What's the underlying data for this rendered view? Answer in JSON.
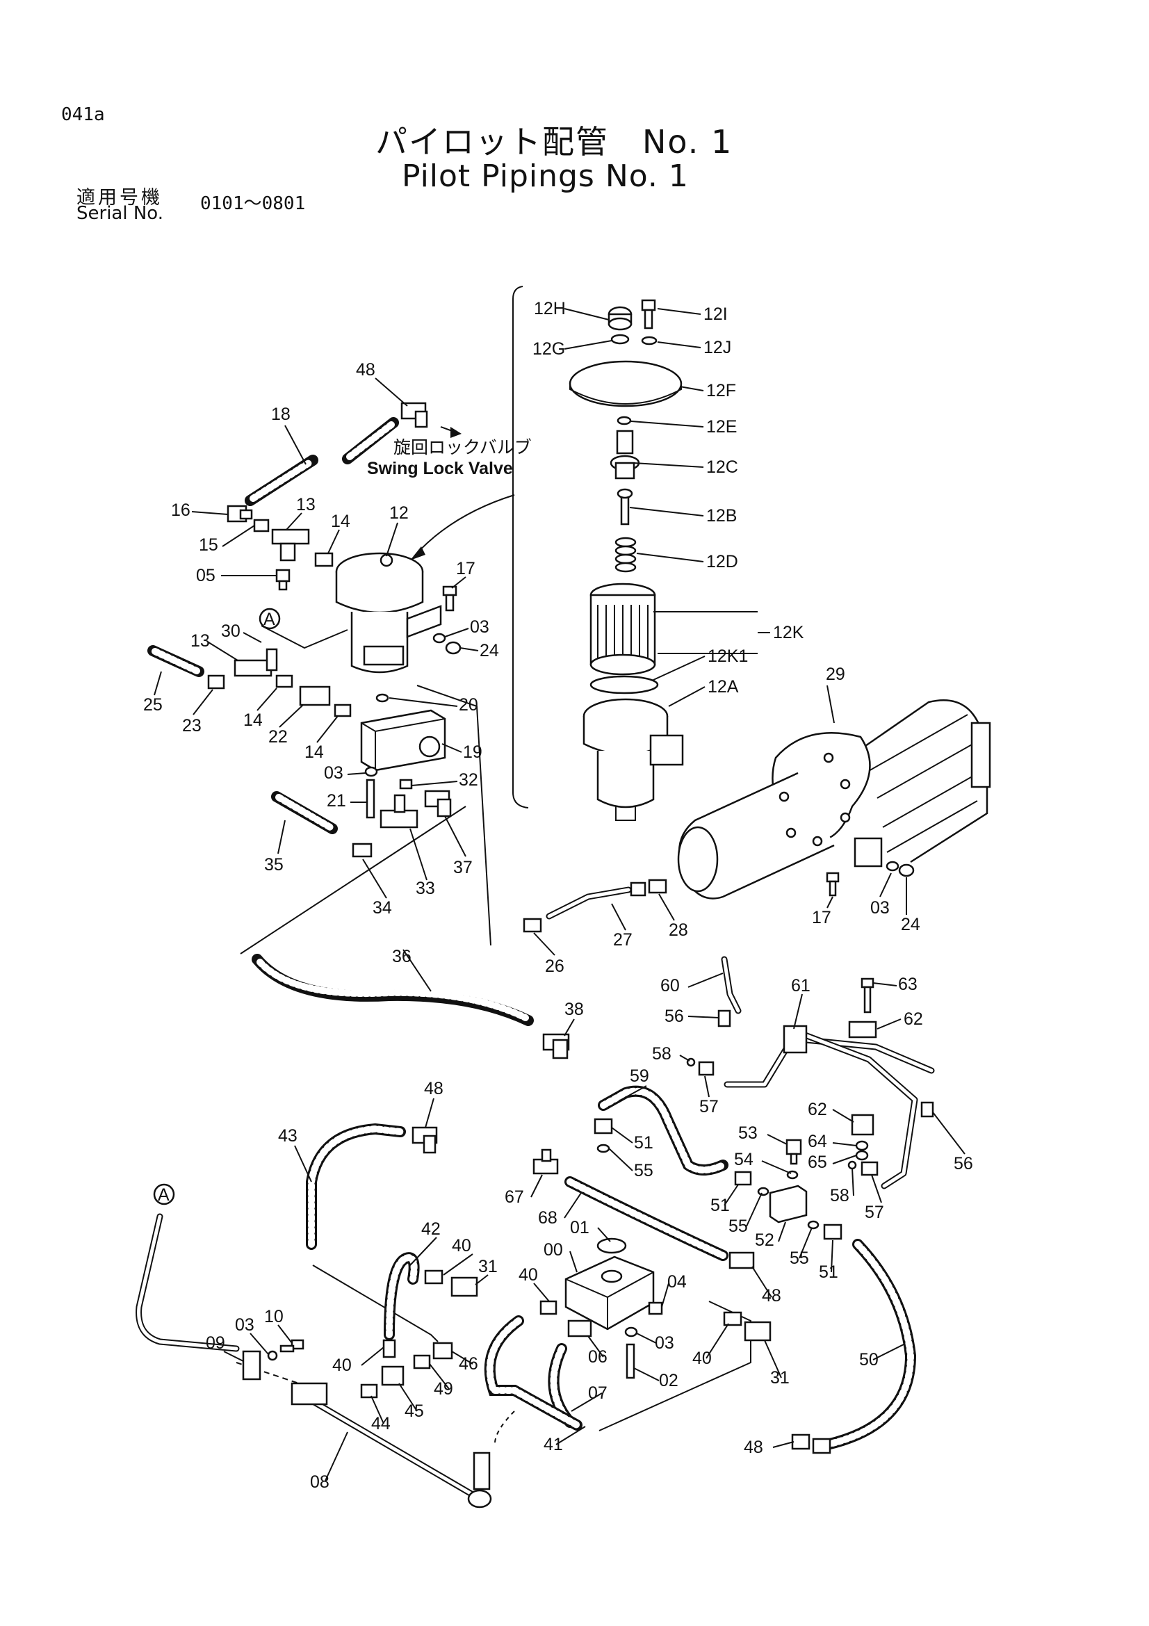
{
  "header": {
    "page_code": "041a",
    "title_jp": "パイロット配管　No. 1",
    "title_en": "Pilot Pipings No. 1",
    "serial_label_jp": "適用号機",
    "serial_label_en": "Serial No.",
    "serial_range": "0101～0801"
  },
  "callouts": {
    "swing_lock_jp": "旋回ロックバルブ",
    "swing_lock_en": "Swing Lock Valve",
    "ref_a": "A"
  },
  "labels": {
    "p12H": "12H",
    "p12I": "12I",
    "p12G": "12G",
    "p12J": "12J",
    "p12F": "12F",
    "p12E": "12E",
    "p12C": "12C",
    "p12B": "12B",
    "p12D": "12D",
    "p12K": "12K",
    "p12K1": "12K1",
    "p12A": "12A",
    "p48a": "48",
    "p18": "18",
    "p16": "16",
    "p13a": "13",
    "p14a": "14",
    "p12": "12",
    "p15": "15",
    "p05": "05",
    "p17a": "17",
    "p30": "30",
    "p03a": "03",
    "p13b": "13",
    "p24a": "24",
    "p25": "25",
    "p23": "23",
    "p14b": "14",
    "p22": "22",
    "p20": "20",
    "p14c": "14",
    "p19": "19",
    "p03b": "03",
    "p32": "32",
    "p21": "21",
    "p35": "35",
    "p37": "37",
    "p34": "34",
    "p33": "33",
    "p29": "29",
    "p17b": "17",
    "p03c": "03",
    "p24b": "24",
    "p27": "27",
    "p28": "28",
    "p26": "26",
    "p36": "36",
    "p38": "38",
    "p60": "60",
    "p61": "61",
    "p63": "63",
    "p56a": "56",
    "p62a": "62",
    "p58a": "58",
    "p59": "59",
    "p57a": "57",
    "p48b": "48",
    "p62b": "62",
    "p43": "43",
    "p53": "53",
    "p51a": "51",
    "p64": "64",
    "p56b": "56",
    "p54": "54",
    "p65": "65",
    "p55a": "55",
    "p67": "67",
    "p51b": "51",
    "p55b": "55",
    "p58b": "58",
    "p57b": "57",
    "p68": "68",
    "p52": "52",
    "p55c": "55",
    "p51c": "51",
    "p01": "01",
    "p00": "00",
    "p42": "42",
    "p40a": "40",
    "p31a": "31",
    "p40b": "40",
    "p04": "04",
    "p48c": "48",
    "p10": "10",
    "p03d": "03",
    "p09": "09",
    "p06": "06",
    "p03e": "03",
    "p40c": "40",
    "p31b": "31",
    "p07": "07",
    "p02": "02",
    "p50": "50",
    "p40d": "40",
    "p46": "46",
    "p49": "49",
    "p45": "45",
    "p44": "44",
    "p41": "41",
    "p48d": "48",
    "p08": "08"
  }
}
